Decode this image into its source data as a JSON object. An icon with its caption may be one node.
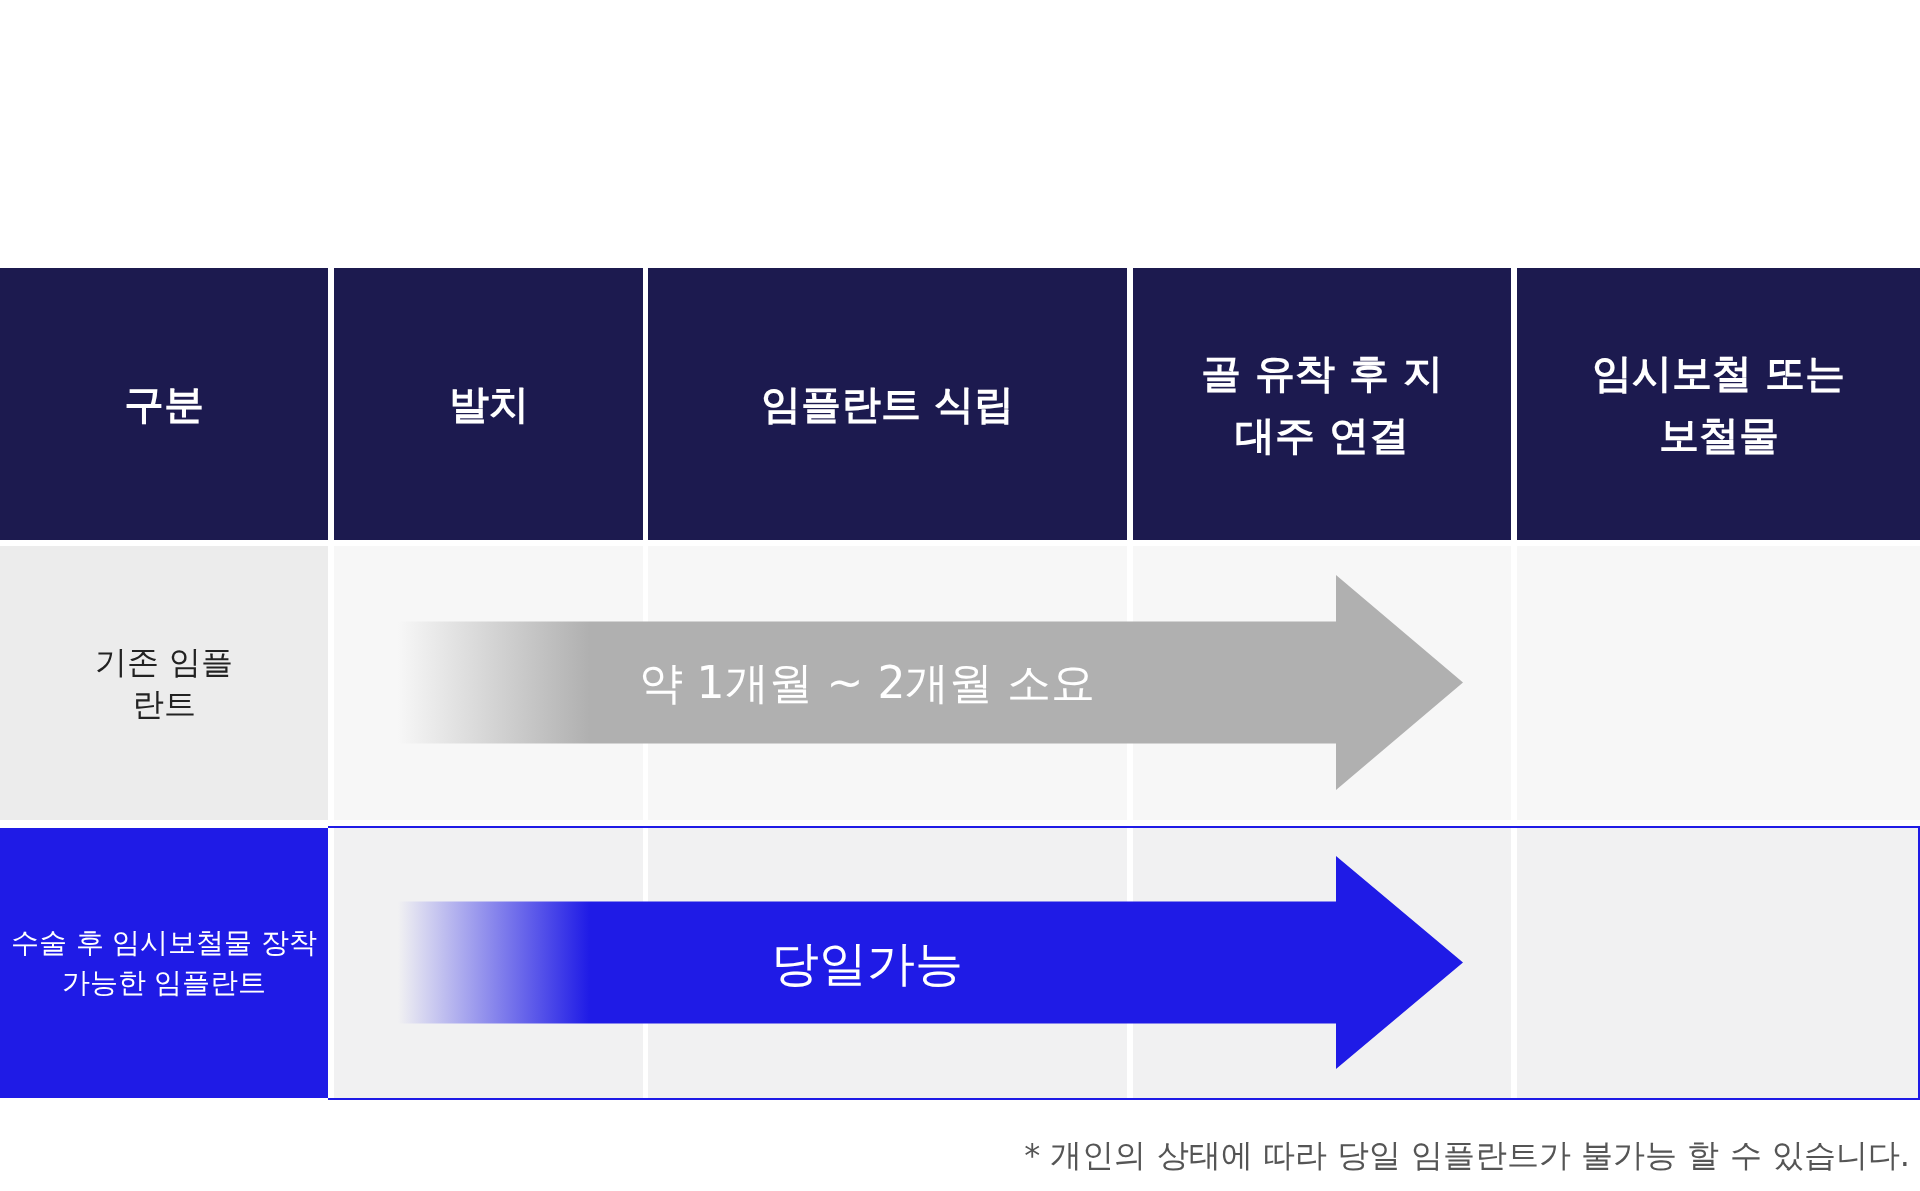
{
  "diagram": {
    "nodes": [
      {
        "text": [
          "구분"
        ]
      },
      {
        "text": [
          "발치"
        ]
      },
      {
        "text": [
          "임플란트 식립"
        ]
      },
      {
        "text": [
          "골 유착 후 지대주 연결"
        ]
      },
      {
        "text": [
          "임시보철 또는 보철물"
        ]
      },
      {
        "text": [
          "기존 임플란트"
        ]
      },
      {
        "text": [
          "약 1개월 ~ 2개월 소요"
        ]
      },
      {
        "text": [
          "수술 후 임시보철물 장착 가능한 임플란트"
        ]
      },
      {
        "text": [
          "당일가능"
        ]
      }
    ],
    "edges": [],
    "labels": [
      "* 개인의 상태에 따라 당일 임플란트가 불가능 할 수 있습니다."
    ]
  }
}
